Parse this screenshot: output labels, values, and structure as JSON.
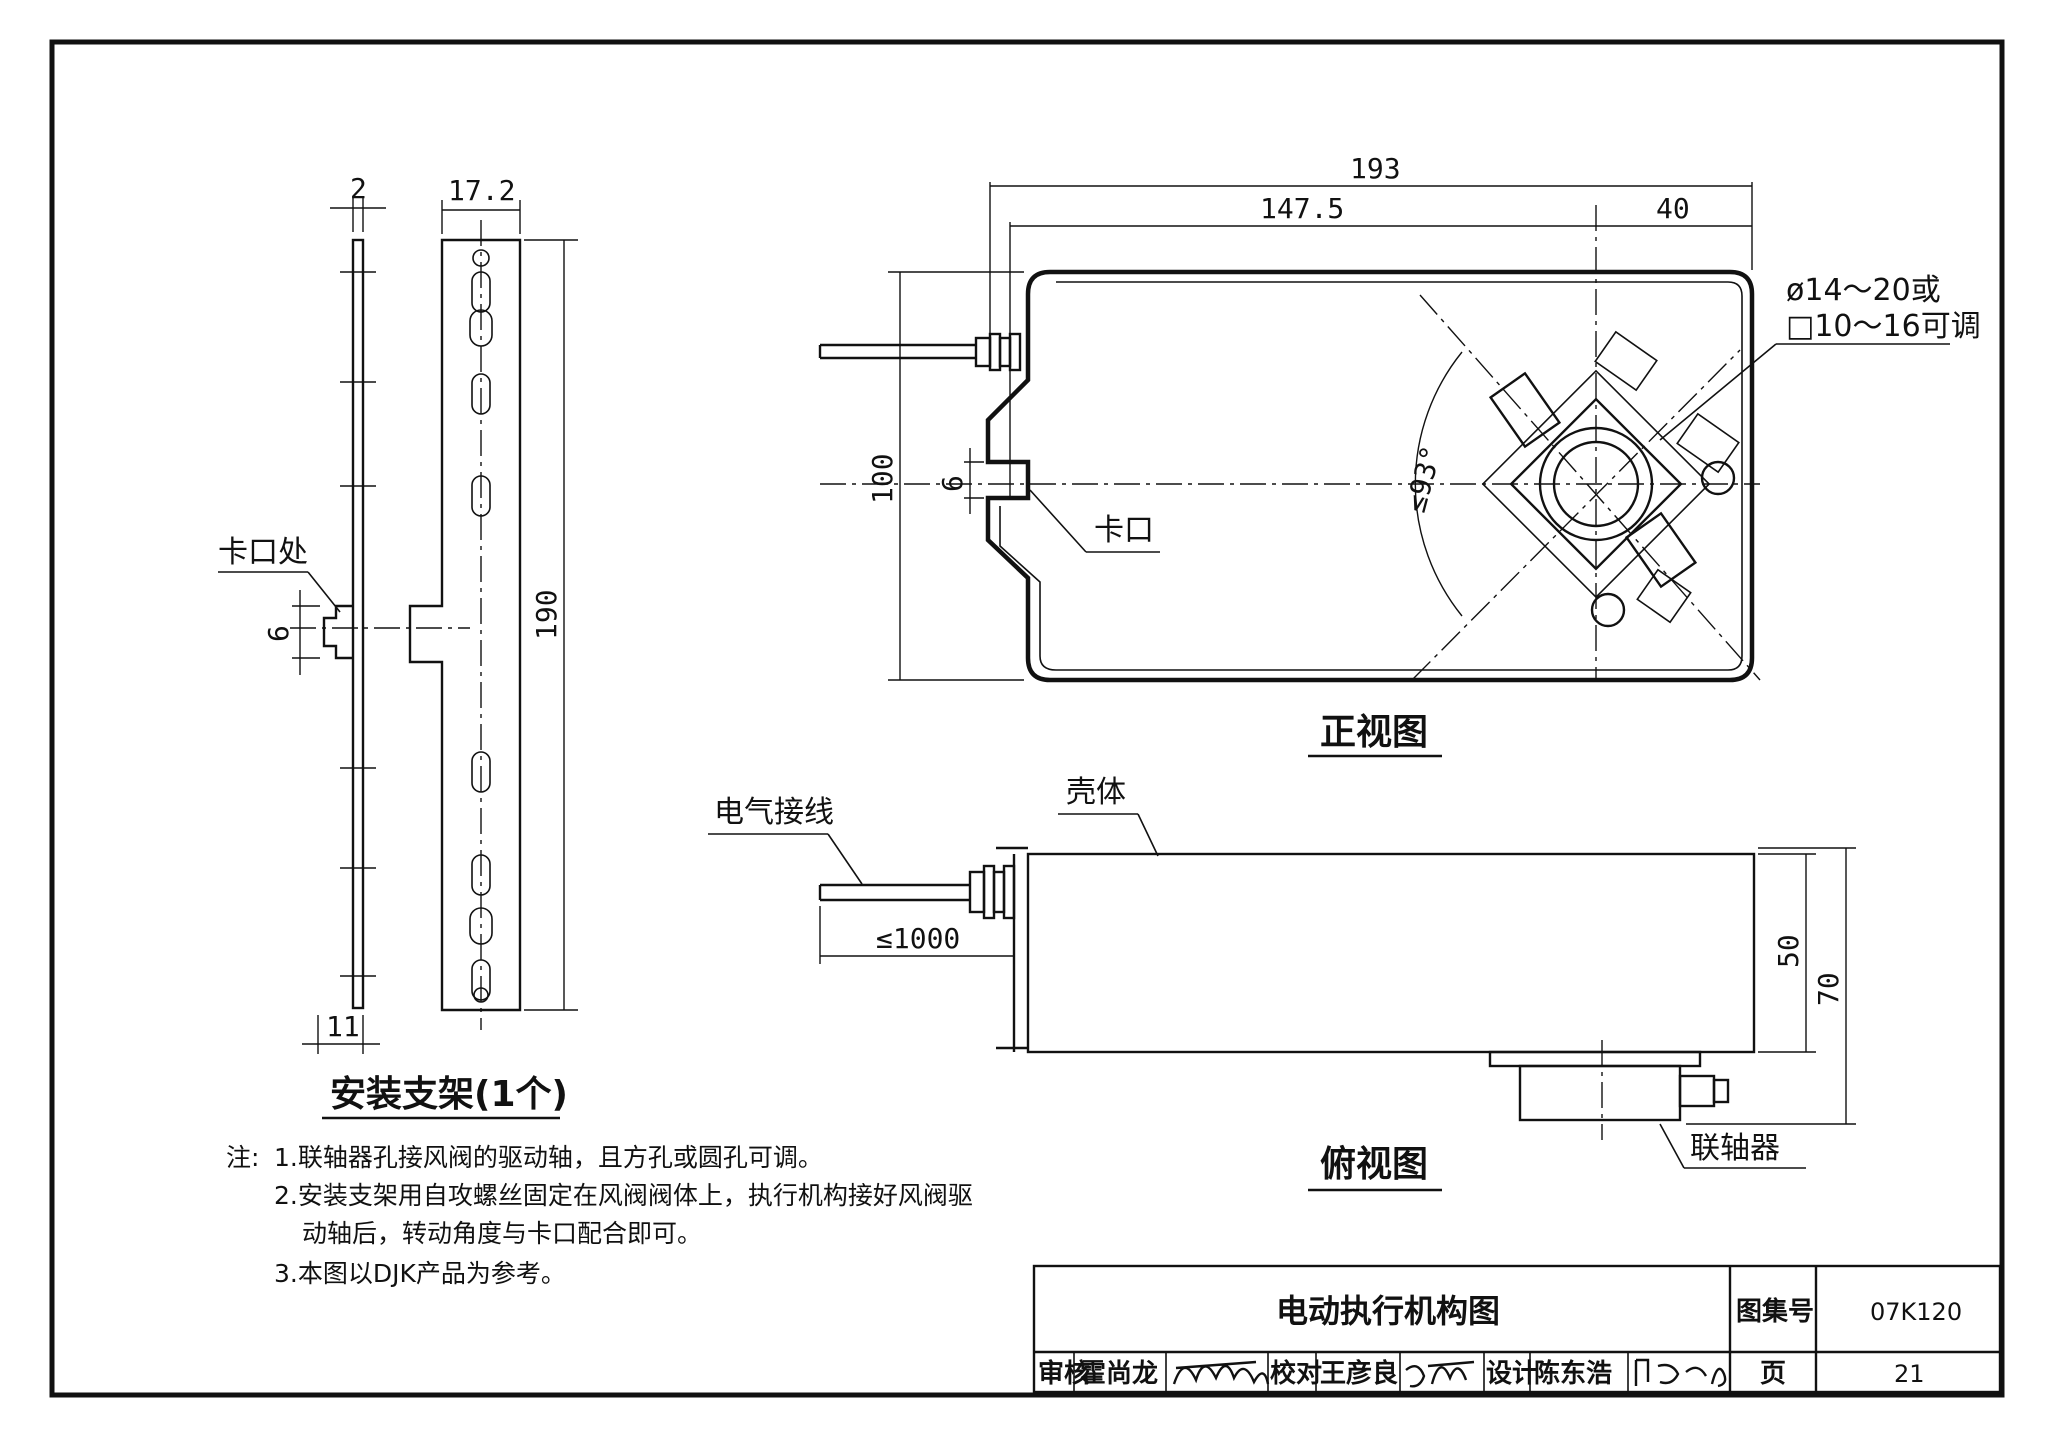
{
  "dimensions": {
    "bracket_thickness": "2",
    "bracket_width": "17.2",
    "bracket_length": "190",
    "bracket_slot": "6",
    "bracket_bottom": "11",
    "overall_length": "193",
    "slot_to_center": "147.5",
    "center_to_end": "40",
    "height_front": "100",
    "front_slot": "6",
    "rotation_angle": "≤93°",
    "cable_length": "≤1000",
    "top_height_50": "50",
    "top_height_70": "70"
  },
  "labels": {
    "shaft_size_line1": "ø14～20或",
    "shaft_size_line2": "□10～16可调",
    "slot_point": "卡口处",
    "slot": "卡口",
    "wire": "电气接线",
    "housing": "壳体",
    "coupler": "联轴器"
  },
  "view_titles": {
    "bracket": "安装支架(1个)",
    "front": "正视图",
    "top": "俯视图"
  },
  "notes": {
    "prefix": "注:",
    "items": [
      "1.联轴器孔接风阀的驱动轴，且方孔或圆孔可调。",
      "2.安装支架用自攻螺丝固定在风阀阀体上，执行机构接好风阀驱",
      "动轴后，转动角度与卡口配合即可。",
      "3.本图以DJK产品为参考。"
    ]
  },
  "title_block": {
    "drawing_title": "电动执行机构图",
    "atlas_label": "图集号",
    "atlas_no": "07K120",
    "page_label": "页",
    "page_no": "21",
    "review_label": "审核",
    "reviewer": "霍尚龙",
    "check_label": "校对",
    "checker": "王彦良",
    "design_label": "设计",
    "designer": "陈东浩"
  }
}
